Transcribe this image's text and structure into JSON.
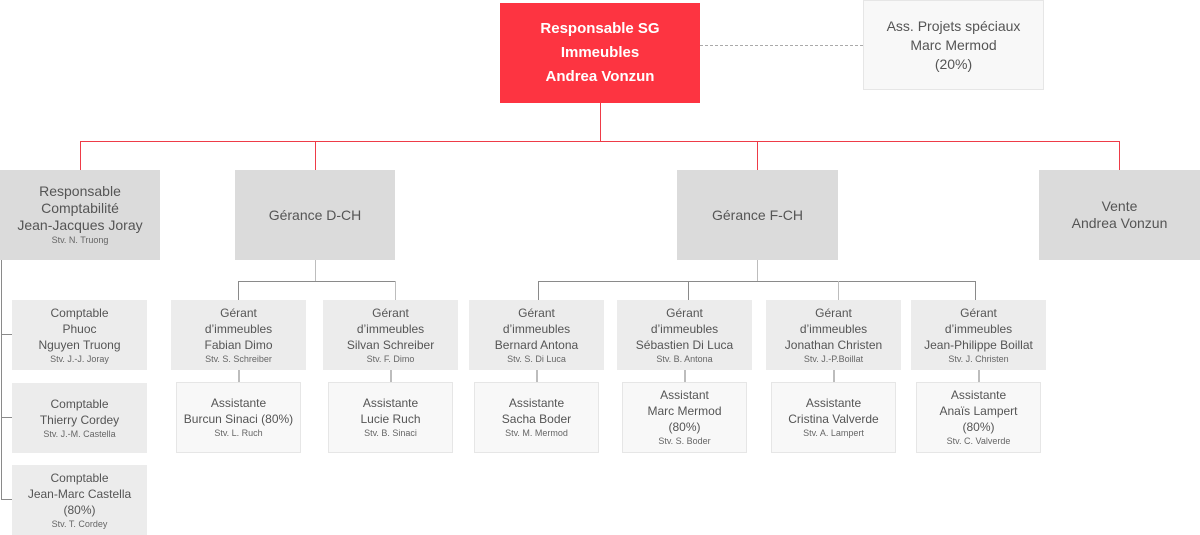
{
  "colors": {
    "accent": "#fd3441",
    "box_level1": "#dbdbdb",
    "box_level2": "#ececec",
    "box_level3": "#f8f8f8"
  },
  "head": {
    "lines": [
      "Responsable SG",
      "Immeubles",
      "Andrea Vonzun"
    ]
  },
  "special_assistant": {
    "lines": [
      "Ass. Projets spéciaux",
      "Marc Mermod",
      "(20%)"
    ]
  },
  "departments": [
    {
      "lines": [
        "Responsable",
        "Comptabilité",
        "Jean-Jacques Joray"
      ],
      "deputy": "Stv. N. Truong"
    },
    {
      "lines": [
        "Gérance D-CH"
      ]
    },
    {
      "lines": [
        "Gérance F-CH"
      ]
    },
    {
      "lines": [
        "Vente",
        "Andrea Vonzun"
      ]
    }
  ],
  "accountants": [
    {
      "lines": [
        "Comptable",
        "Phuoc",
        "Nguyen Truong"
      ],
      "deputy": "Stv. J.-J. Joray"
    },
    {
      "lines": [
        "Comptable",
        "Thierry Cordey"
      ],
      "deputy": "Stv. J.-M. Castella"
    },
    {
      "lines": [
        "Comptable",
        "Jean-Marc Castella",
        "(80%)"
      ],
      "deputy": "Stv. T. Cordey"
    }
  ],
  "managers": [
    {
      "lines": [
        "Gérant",
        "d’immeubles",
        "Fabian Dimo"
      ],
      "deputy": "Stv. S. Schreiber"
    },
    {
      "lines": [
        "Gérant",
        "d’immeubles",
        "Silvan Schreiber"
      ],
      "deputy": "Stv. F. Dimo"
    },
    {
      "lines": [
        "Gérant",
        "d’immeubles",
        "Bernard Antona"
      ],
      "deputy": "Stv. S. Di Luca"
    },
    {
      "lines": [
        "Gérant",
        "d’immeubles",
        "Sébastien Di Luca"
      ],
      "deputy": "Stv. B. Antona"
    },
    {
      "lines": [
        "Gérant",
        "d’immeubles",
        "Jonathan Christen"
      ],
      "deputy": "Stv. J.-P.Boillat"
    },
    {
      "lines": [
        "Gérant",
        "d’immeubles",
        "Jean-Philippe Boillat"
      ],
      "deputy": "Stv. J. Christen"
    }
  ],
  "assistants": [
    {
      "lines": [
        "Assistante",
        "Burcun Sinaci (80%)"
      ],
      "deputy": "Stv. L. Ruch"
    },
    {
      "lines": [
        "Assistante",
        "Lucie Ruch"
      ],
      "deputy": "Stv. B. Sinaci"
    },
    {
      "lines": [
        "Assistante",
        "Sacha Boder"
      ],
      "deputy": "Stv. M. Mermod"
    },
    {
      "lines": [
        "Assistant",
        "Marc Mermod",
        "(80%)"
      ],
      "deputy": "Stv. S. Boder"
    },
    {
      "lines": [
        "Assistante",
        "Cristina Valverde"
      ],
      "deputy": "Stv. A. Lampert"
    },
    {
      "lines": [
        "Assistante",
        "Anaïs Lampert",
        "(80%)"
      ],
      "deputy": "Stv. C. Valverde"
    }
  ]
}
